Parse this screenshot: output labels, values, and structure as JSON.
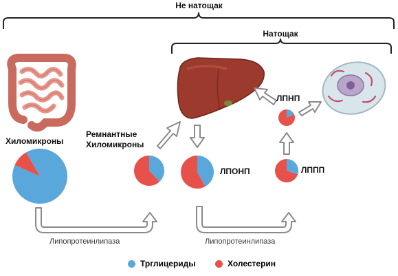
{
  "labels": {
    "not_fasting": "Не натощак",
    "fasting": "Натощак",
    "chylomicrons": "Хиломикроны",
    "remnant_chylomicrons": "Ремнантные Хиломикроны",
    "vldl": "ЛПОНП",
    "idl": "ЛППП",
    "ldl": "ЛПНП",
    "lipase_1": "Липопротеинлипаза",
    "lipase_2": "Липопротеинлипаза"
  },
  "legend": [
    {
      "label": "Трглицериды",
      "color": "#5aa7db"
    },
    {
      "label": "Холестерин",
      "color": "#e8514a"
    }
  ],
  "particles": [
    {
      "id": "chylomicrons",
      "triglyceride_share": 0.9
    },
    {
      "id": "remnant_chylomicrons",
      "triglyceride_share": 0.38
    },
    {
      "id": "vldl",
      "triglyceride_share": 0.42
    },
    {
      "id": "idl",
      "triglyceride_share": 0.3
    },
    {
      "id": "ldl",
      "triglyceride_share": 0.18
    }
  ],
  "colors": {
    "triglycerides": "#5aa7db",
    "cholesterol": "#e8514a",
    "liver": "#9c3a2e",
    "intestine": "#e08a7e",
    "cell": "#d8e6ec",
    "arrow_stroke": "#8a8a8a"
  },
  "organs": [
    "intestine-icon",
    "liver-icon",
    "cell-icon"
  ]
}
